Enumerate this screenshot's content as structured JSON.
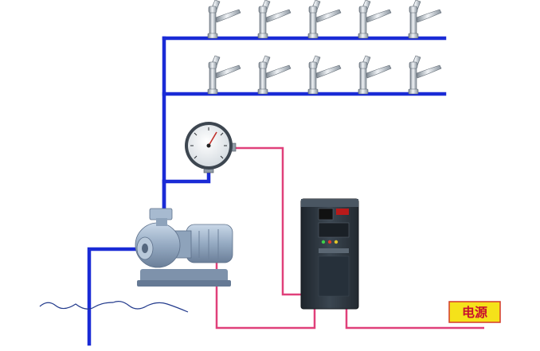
{
  "power_label": "电源",
  "colors": {
    "water_pipe": "#1a2bd6",
    "signal_wire": "#e0407a",
    "power_box_fill": "#f5e21a",
    "power_box_border": "#d43a2a",
    "power_text": "#c8102e",
    "inverter_body": "#2f3a45",
    "pump_body": "#9fb3c9"
  },
  "faucet_rows": [
    5,
    5
  ]
}
